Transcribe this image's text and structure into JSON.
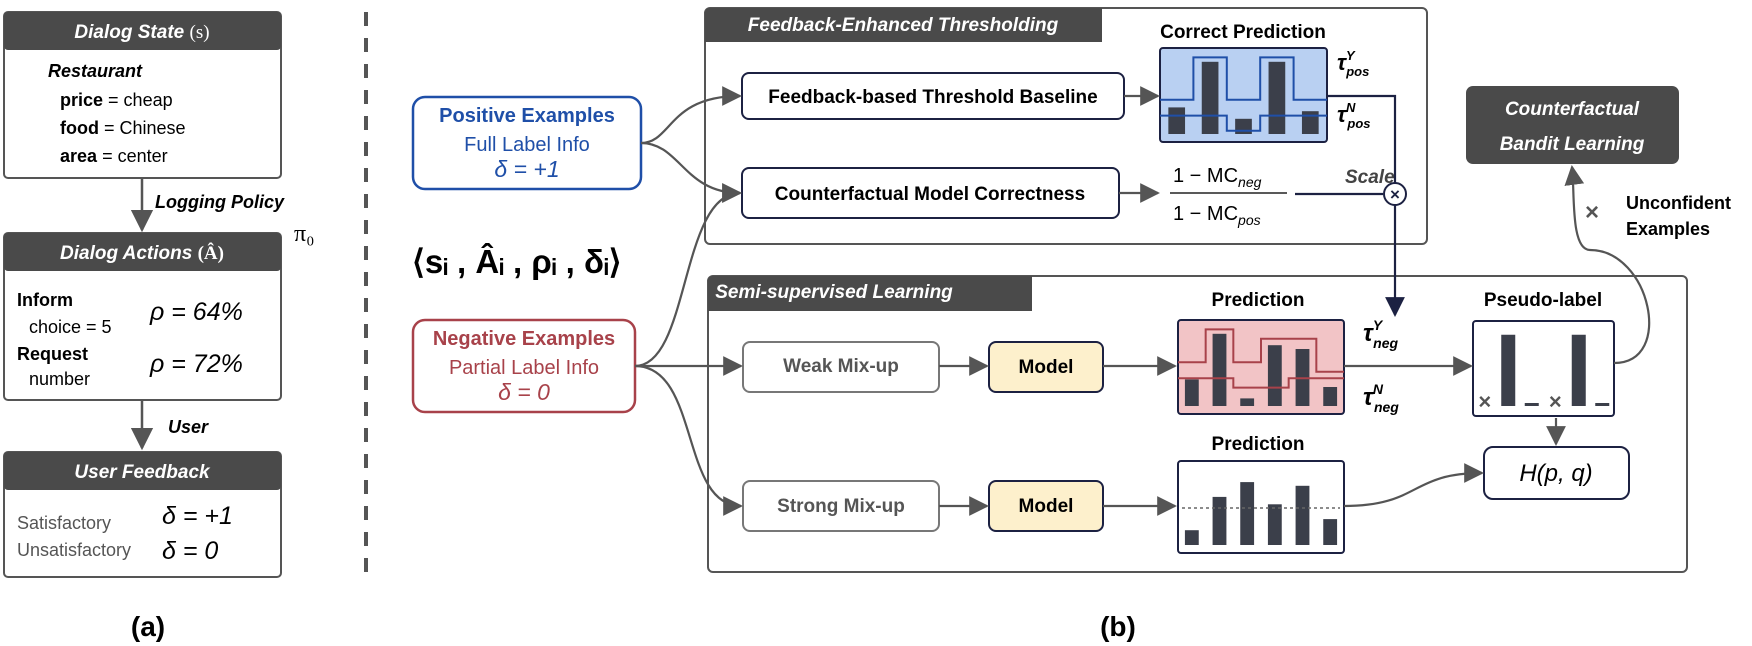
{
  "panel_a": {
    "dialog_state": {
      "header": "Dialog State",
      "symbol": "(s)",
      "domain": "Restaurant",
      "slots": [
        {
          "name": "price",
          "value": "= cheap"
        },
        {
          "name": "food",
          "value": "= Chinese"
        },
        {
          "name": "area",
          "value": "= center"
        }
      ]
    },
    "logging_policy": {
      "label": "Logging Policy",
      "symbol": "π₀"
    },
    "dialog_actions": {
      "header": "Dialog Actions",
      "symbol": "(Â)",
      "items": [
        {
          "name": "Inform",
          "detail": "choice = 5",
          "rho": "ρ = 64%"
        },
        {
          "name": "Request",
          "detail": "number",
          "rho": "ρ = 72%"
        }
      ]
    },
    "user_arrow": "User",
    "user_feedback": {
      "header": "User Feedback",
      "rows": [
        {
          "label": "Satisfactory",
          "delta": "δ = +1"
        },
        {
          "label": "Unsatisfactory",
          "delta": "δ = 0"
        }
      ]
    },
    "caption": "(a)"
  },
  "panel_b": {
    "tuple": "⟨sᵢ , Âᵢ , ρᵢ , δᵢ⟩",
    "positive": {
      "title": "Positive Examples",
      "sub": "Full Label Info",
      "delta": "δ = +1"
    },
    "negative": {
      "title": "Negative Examples",
      "sub": "Partial Label Info",
      "delta": "δ = 0"
    },
    "fet": {
      "header": "Feedback-Enhanced Thresholding",
      "baseline": "Feedback-based Threshold Baseline",
      "correctness": "Counterfactual Model Correctness",
      "correct_prediction": "Correct Prediction",
      "tau_pos_y": {
        "base": "τ",
        "sup": "Y",
        "sub": "pos"
      },
      "tau_pos_n": {
        "base": "τ",
        "sup": "N",
        "sub": "pos"
      },
      "frac_num": "1 − MC",
      "frac_num_sub": "neg",
      "frac_den": "1 − MC",
      "frac_den_sub": "pos",
      "scale": "Scale",
      "times": "×"
    },
    "ssl": {
      "header": "Semi-supervised Learning",
      "weak": "Weak Mix-up",
      "strong": "Strong Mix-up",
      "model_top": "Model",
      "model_bottom": "Model",
      "prediction_top": "Prediction",
      "prediction_bottom": "Prediction",
      "tau_neg_y": {
        "base": "τ",
        "sup": "Y",
        "sub": "neg"
      },
      "tau_neg_n": {
        "base": "τ",
        "sup": "N",
        "sub": "neg"
      },
      "pseudo_label": "Pseudo-label",
      "loss": "H(p, q)"
    },
    "cbl": {
      "line1": "Counterfactual",
      "line2": "Bandit Learning"
    },
    "unconfident": {
      "mark": "×",
      "line1": "Unconfident",
      "line2": "Examples"
    },
    "caption": "(b)"
  },
  "colors": {
    "header_fill": "#4a4a4a",
    "positive": "#1f4fa8",
    "negative": "#a8424a",
    "correct_fill": "#b9d0f2",
    "prediction_fill": "#f2c4c6",
    "model_fill": "#fdf0cc",
    "bar_fill": "#3b3f4a",
    "dark_navy": "#1c2142"
  },
  "mini_charts": {
    "correct_prediction": [
      0.35,
      0.95,
      0.2,
      0.95,
      0.3
    ],
    "weak_prediction": [
      0.35,
      0.95,
      0.1,
      0.8,
      0.75,
      0.25
    ],
    "strong_prediction": [
      0.2,
      0.65,
      0.85,
      0.55,
      0.8,
      0.35
    ],
    "pseudo_label": [
      null,
      0.95,
      "low",
      null,
      0.95,
      "low"
    ]
  }
}
